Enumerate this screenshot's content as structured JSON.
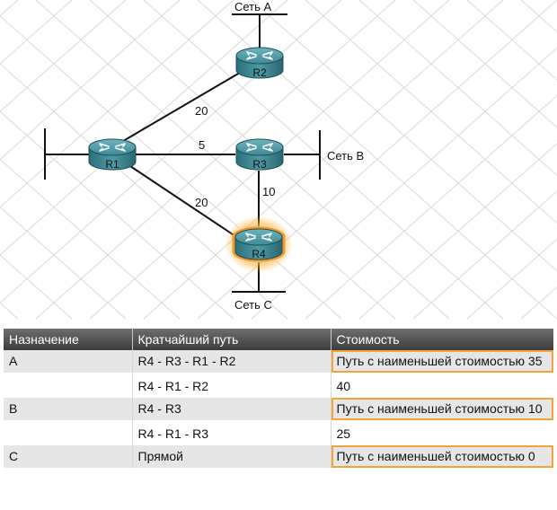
{
  "diagram": {
    "routers": [
      {
        "id": "R1",
        "label": "R1",
        "highlighted": false
      },
      {
        "id": "R2",
        "label": "R2",
        "highlighted": false
      },
      {
        "id": "R3",
        "label": "R3",
        "highlighted": false
      },
      {
        "id": "R4",
        "label": "R4",
        "highlighted": true
      }
    ],
    "links": [
      {
        "from": "R1",
        "to": "R2",
        "cost": "20"
      },
      {
        "from": "R1",
        "to": "R3",
        "cost": "5"
      },
      {
        "from": "R1",
        "to": "R4",
        "cost": "20"
      },
      {
        "from": "R3",
        "to": "R4",
        "cost": "10"
      }
    ],
    "networks": {
      "a": "Сеть A",
      "b": "Сеть B",
      "c": "Сеть C"
    },
    "colors": {
      "router_body": "#3f8a96",
      "highlight": "#f29a1f",
      "grid": "#d7d7d7"
    }
  },
  "table": {
    "headers": [
      "Назначение",
      "Кратчайший путь",
      "Стоимость"
    ],
    "rows": [
      {
        "dest": "A",
        "path": "R4 - R3 - R1 - R2",
        "cost": "Путь с наименьшей стоимостью 35",
        "best": true
      },
      {
        "dest": "",
        "path": "R4 - R1 - R2",
        "cost": "40",
        "best": false
      },
      {
        "dest": "B",
        "path": "R4 - R3",
        "cost": "Путь с наименьшей стоимостью 10",
        "best": true
      },
      {
        "dest": "",
        "path": "R4 - R1 - R3",
        "cost": "25",
        "best": false
      },
      {
        "dest": "C",
        "path": "Прямой",
        "cost": "Путь с наименьшей стоимостью 0",
        "best": true
      }
    ]
  }
}
